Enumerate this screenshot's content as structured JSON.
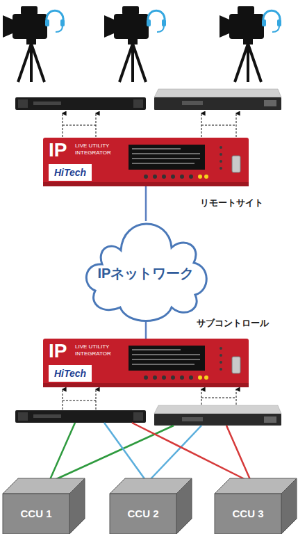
{
  "diagram": {
    "nodes": [
      {
        "text": [
          "IP",
          "LIVE UTILITY INTEGRATOR",
          "HiTech"
        ]
      },
      {
        "text": [
          "IPネットワーク"
        ]
      },
      {
        "text": [
          "IP",
          "LIVE UTILITY INTEGRATOR",
          "HiTech"
        ]
      },
      {
        "text": [
          "CCU 1"
        ]
      },
      {
        "text": [
          "CCU 2"
        ]
      },
      {
        "text": [
          "CCU 3"
        ]
      }
    ],
    "edges": [
      {
        "from": 0,
        "to": 1,
        "arrow": "none"
      },
      {
        "from": 1,
        "to": 2,
        "arrow": "none"
      }
    ],
    "labels": [
      "リモートサイト",
      "サブコントロール"
    ]
  }
}
